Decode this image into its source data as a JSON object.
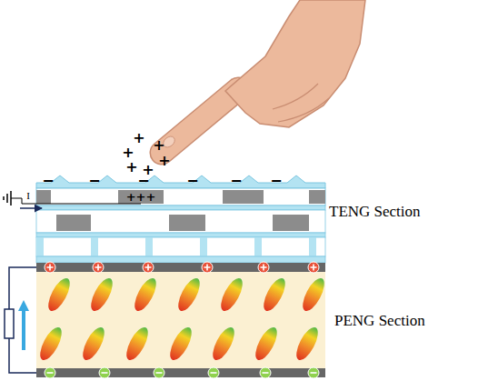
{
  "diagram": {
    "labels": [
      "+",
      "+",
      "+",
      "+",
      "+",
      "+",
      "−",
      "−",
      "−",
      "−",
      "−",
      "−",
      "+++",
      "I",
      "TENG Section",
      "PENG Section"
    ]
  }
}
